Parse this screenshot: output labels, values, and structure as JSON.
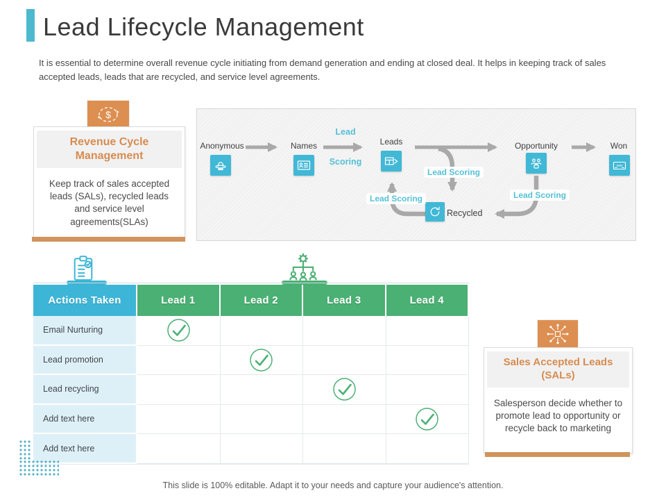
{
  "slide": {
    "title": "Lead Lifecycle Management",
    "subtitle": "It is essential to determine overall revenue cycle initiating from demand generation and ending at closed deal. It helps in keeping track of sales accepted leads, leads that are recycled, and service level agreements.",
    "footer": "This slide is 100% editable. Adapt it to your needs and capture your audience's attention."
  },
  "palette": {
    "teal": "#3db5d6",
    "green": "#4bb073",
    "orange": "#dd8f51",
    "accent_bar": "#4db9cf",
    "arrow_gray": "#a9a9a9",
    "scoring_text": "#56c0d6"
  },
  "left_card": {
    "icon": "revenue-cycle-icon",
    "icon_glyph": "$",
    "title": "Revenue Cycle Management",
    "body": "Keep track of sales accepted leads (SALs), recycled leads and service level agreements(SLAs)"
  },
  "right_card": {
    "icon": "sales-hub-icon",
    "title": "Sales Accepted Leads (SALs)",
    "body": "Salesperson decide whether to promote lead to opportunity or recycle back to marketing"
  },
  "flow": {
    "stages": [
      {
        "label": "Anonymous",
        "icon": "spy-icon"
      },
      {
        "label": "Names",
        "icon": "id-card-icon"
      },
      {
        "label": "Leads",
        "icon": "lead-table-icon"
      },
      {
        "label": "Opportunity",
        "icon": "opportunity-people-icon"
      },
      {
        "label": "Won",
        "icon": "won-card-icon"
      }
    ],
    "recycled": {
      "label": "Recycled",
      "icon": "recycle-icon"
    },
    "won_icon_text": "WIN",
    "scoring_between": "Lead Scoring",
    "scoring_mid": "Lead Scoring",
    "scoring_left": "Lead Scoring",
    "scoring_right": "Lead Scoring"
  },
  "table": {
    "section_icons": [
      "checklist-clipboard-icon",
      "team-process-gear-icon"
    ],
    "columns": [
      "Actions Taken",
      "Lead 1",
      "Lead 2",
      "Lead 3",
      "Lead 4"
    ],
    "rows": [
      {
        "label": "Email Nurturing",
        "checks": [
          true,
          false,
          false,
          false
        ]
      },
      {
        "label": "Lead promotion",
        "checks": [
          false,
          true,
          false,
          false
        ]
      },
      {
        "label": "Lead recycling",
        "checks": [
          false,
          false,
          true,
          false
        ]
      },
      {
        "label": "Add text here",
        "checks": [
          false,
          false,
          false,
          true
        ]
      },
      {
        "label": "Add text here",
        "checks": [
          false,
          false,
          false,
          false
        ]
      }
    ]
  }
}
